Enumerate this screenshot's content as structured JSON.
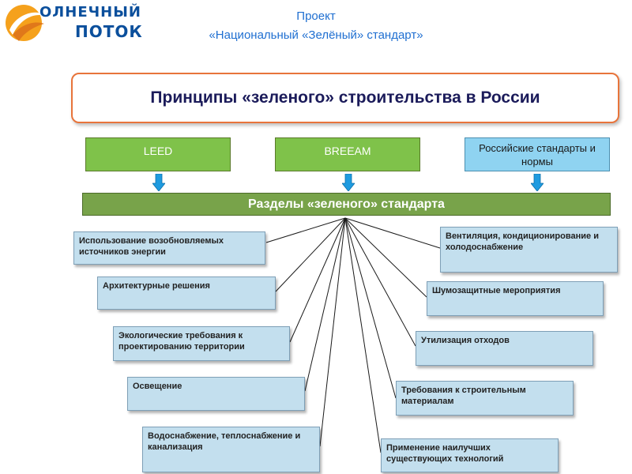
{
  "logo": {
    "line1": "ОЛНЕЧНЫЙ",
    "line2": "ПОТОК"
  },
  "header": {
    "line1": "Проект",
    "line2": "«Национальный «Зелёный» стандарт»"
  },
  "banner": {
    "title": "Принципы «зеленого» строительства в России"
  },
  "sources": [
    {
      "label": "LEED"
    },
    {
      "label": "BREEAM"
    },
    {
      "label": "Российские стандарты и нормы"
    }
  ],
  "sections": {
    "title": "Разделы «зеленого» стандарта"
  },
  "left_items": [
    "Использование возобновляемых источников энергии",
    "Архитектурные решения",
    "Экологические требования к проектированию территории",
    "Освещение",
    "Водоснабжение, теплоснабжение и канализация"
  ],
  "right_items": [
    "Вентиляция, кондиционирование и холодоснабжение",
    "Шумозащитные мероприятия",
    "Утилизация отходов",
    "Требования к строительным материалам",
    "Применение наилучших существующих технологий"
  ],
  "colors": {
    "source_green": "#7fc24a",
    "source_blue": "#8fd3f1",
    "sections_bar": "#78a34a",
    "leaf_box": "#c3dfee",
    "banner_border": "#e8743b",
    "header_text": "#1f6fd1",
    "arrow": "#1e9be0"
  }
}
